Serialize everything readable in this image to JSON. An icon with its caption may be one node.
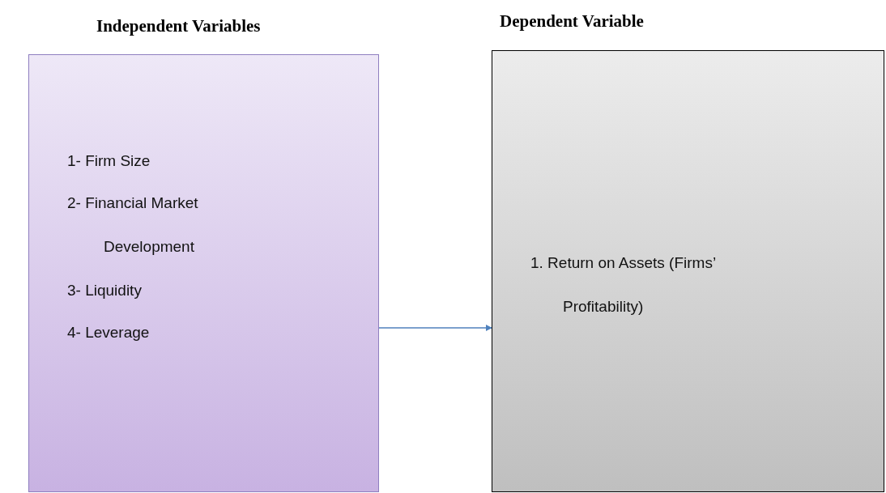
{
  "diagram": {
    "nodes": [
      {
        "text": [
          "Independent Variables",
          "1- Firm Size",
          "2- Financial Market Development",
          "3- Liquidity",
          "4- Leverage"
        ]
      },
      {
        "text": [
          "Dependent Variable",
          "1. Return on Assets (Firms’ Profitability)"
        ]
      }
    ],
    "edges": [
      {
        "from": 0,
        "to": 1,
        "arrow": "to"
      }
    ]
  }
}
